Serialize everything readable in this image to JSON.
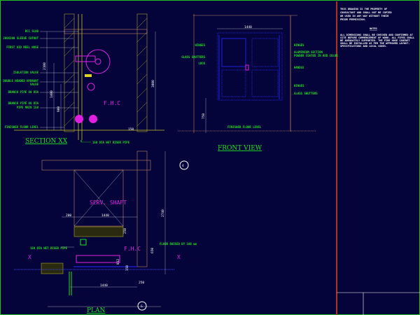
{
  "section": {
    "title": "SECTION XX",
    "labels": [
      "RCC SLAB",
      "200X200 SLEEVE CUTOUT",
      "FIRST AID REEL HOSE",
      "ISOLATION VALVE",
      "DOUBLE HEADED HYDRANT",
      "VALVE",
      "BRANCH PIPE 80 DIA",
      "BRANCH PIPE 80 DIA",
      "PIPE MAIN 150",
      "FINISHED FLOOR LEVEL"
    ],
    "riser_label": "150 DIA WET RISER PIPE",
    "fhc": "F.H.C",
    "dims": [
      "2100",
      "1400",
      "900",
      "3000",
      "150"
    ]
  },
  "front": {
    "title": "FRONT VIEW",
    "width_dim": "1440",
    "height_dim": "750",
    "labels_left": [
      "HINGES",
      "GLASS SHUTTERS",
      "LOCK"
    ],
    "labels_right": [
      "HINGES",
      "ALUMINIUM SECTION",
      "POWDER COATED IN RED COLOR",
      "HANDLE",
      "HINGES",
      "GLASS SHUTTERS"
    ],
    "floor": "FINISHED FLOOR LEVEL"
  },
  "plan": {
    "title": "PLAN",
    "shaft": "SERV. SHAFT",
    "fhc": "F.H.C",
    "riser_label": "150 DIA WET RISER PIPE",
    "floor_note": "FLOOR RAISED BY 100 mm",
    "dims": [
      "200",
      "1440",
      "250",
      "2740",
      "650",
      "812",
      "150",
      "1440",
      "250"
    ],
    "grid_marks": [
      "4",
      "G",
      "X",
      "X"
    ]
  },
  "notes": {
    "top": [
      "THIS DRAWING IS THE PROPERTY OF",
      "CONSULTANT AND SHALL NOT BE COPIED",
      "OR USED IN ANY WAY WITHOUT THEIR",
      "PRIOR PERMISSION."
    ],
    "heading": "NOTES",
    "body": [
      "ALL DIMENSIONS SHALL BE CHECKED AND CONFIRMED AT",
      "SITE BEFORE COMMENCEMENT OF WORK. ALL PIPES SHALL",
      "BE ADEQUATELY SUPPORTED. THE FIRE HOSE CABINET",
      "SHALL BE INSTALLED AS PER THE APPROVED LAYOUT.",
      "SPECIFICATIONS AND LOCAL CODES."
    ]
  },
  "colors": {
    "background": "#04043a",
    "label": "#22e022",
    "accent": "#e020e0",
    "wall": "#c08060",
    "hatch": "#c8c020",
    "blue": "#2020e0"
  }
}
